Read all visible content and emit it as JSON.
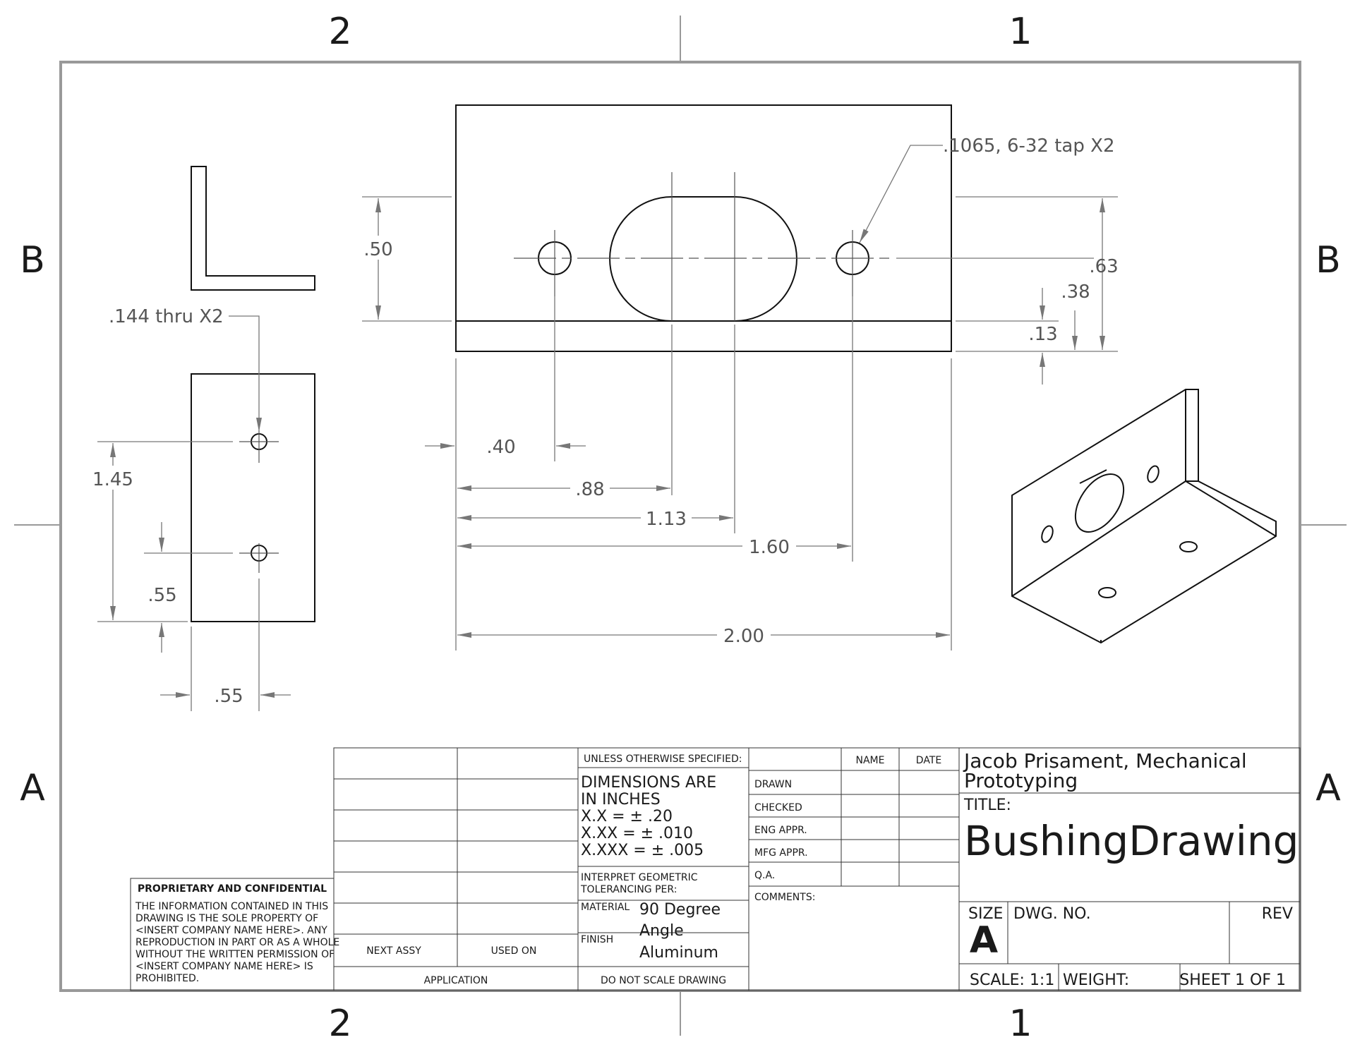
{
  "zones": {
    "top_left": "2",
    "top_right": "1",
    "bottom_left": "2",
    "bottom_right": "1",
    "left_top": "B",
    "left_bottom": "A",
    "right_top": "B",
    "right_bottom": "A"
  },
  "dimensions": {
    "tap_note": ".1065, 6-32 tap X2",
    "thru_note": ".144 thru X2",
    "front_height": ".50",
    "right_063": ".63",
    "right_038": ".38",
    "right_013": ".13",
    "horiz_040": ".40",
    "horiz_088": ".88",
    "horiz_113": "1.13",
    "horiz_160": "1.60",
    "horiz_200": "2.00",
    "side_145": "1.45",
    "side_055_v": ".55",
    "side_055_h": ".55"
  },
  "title_block": {
    "unless": "UNLESS OTHERWISE SPECIFIED:",
    "dims_line1": "DIMENSIONS ARE",
    "dims_line2": "IN INCHES",
    "tol1": "X.X = ± .20",
    "tol2": "X.XX = ± .010",
    "tol3": "X.XXX = ± .005",
    "interpret1": "INTERPRET GEOMETRIC",
    "interpret2": "TOLERANCING PER:",
    "material_label": "MATERIAL",
    "material_line1": "90 Degree",
    "material_line2": "Angle",
    "finish_label": "FINISH",
    "finish_value": "Aluminum",
    "do_not_scale": "DO NOT SCALE DRAWING",
    "name_hdr": "NAME",
    "date_hdr": "DATE",
    "drawn": "DRAWN",
    "checked": "CHECKED",
    "eng_appr": "ENG APPR.",
    "mfg_appr": "MFG APPR.",
    "qa": "Q.A.",
    "comments": "COMMENTS:",
    "company_line1": "Jacob Prisament, Mechanical",
    "company_line2": "Prototyping",
    "title_label": "TITLE:",
    "title": "BushingDrawing",
    "size_label": "SIZE",
    "size": "A",
    "dwg_no_label": "DWG.  NO.",
    "rev_label": "REV",
    "scale": "SCALE: 1:1",
    "weight": "WEIGHT:",
    "sheet": "SHEET 1 OF 1",
    "next_assy": "NEXT ASSY",
    "used_on": "USED ON",
    "application": "APPLICATION"
  },
  "proprietary": {
    "heading": "PROPRIETARY AND CONFIDENTIAL",
    "lines": [
      "THE INFORMATION CONTAINED IN THIS",
      "DRAWING IS THE SOLE PROPERTY OF",
      "<INSERT COMPANY NAME HERE>.  ANY",
      "REPRODUCTION IN PART OR AS A WHOLE",
      "WITHOUT THE WRITTEN PERMISSION OF",
      "<INSERT COMPANY NAME HERE> IS",
      "PROHIBITED."
    ]
  }
}
